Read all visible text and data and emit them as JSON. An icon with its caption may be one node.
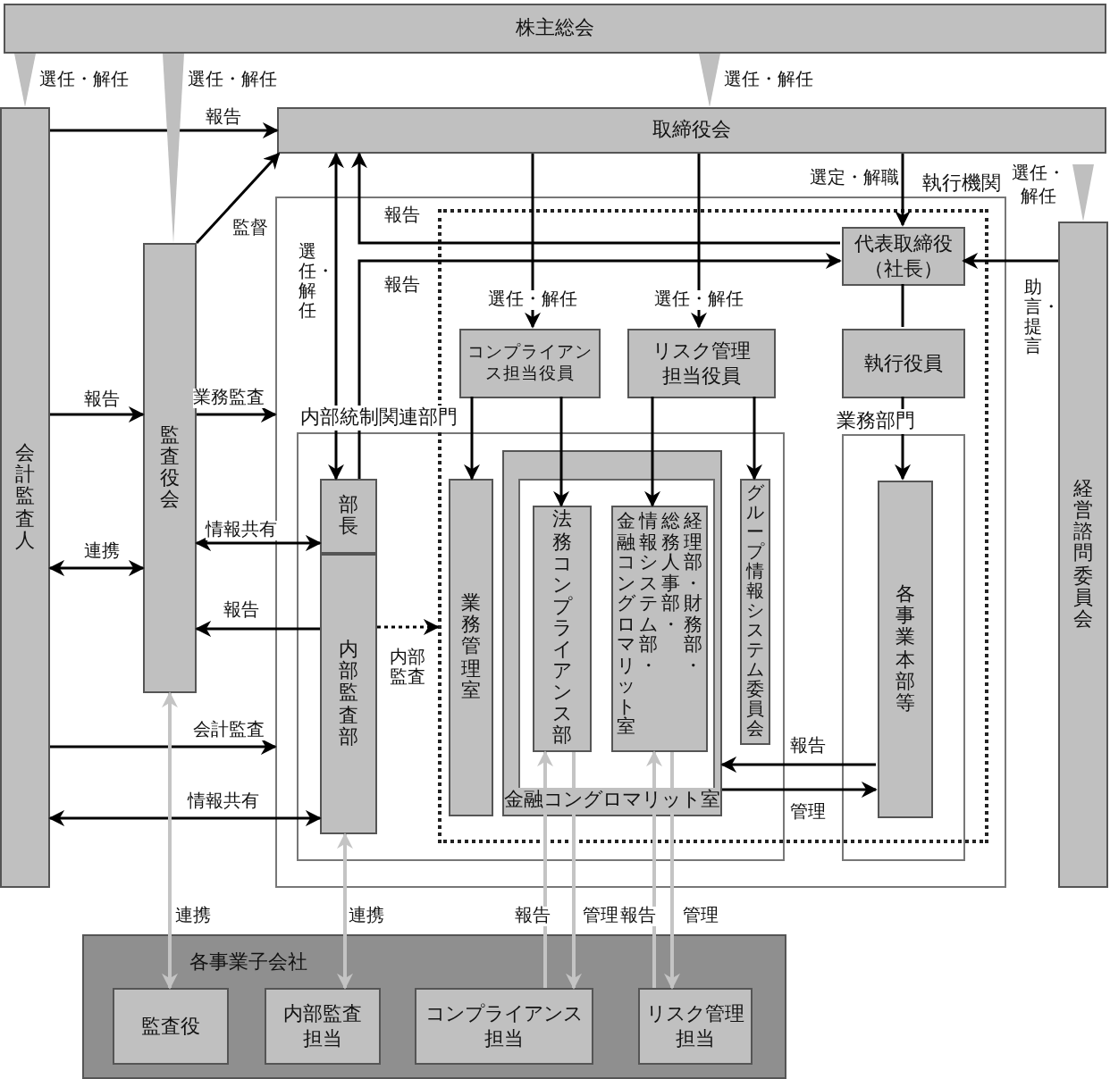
{
  "diagram": {
    "nodes": [
      {
        "text": [
          "株主総会"
        ]
      },
      {
        "text": [
          "取締役会"
        ]
      },
      {
        "text": [
          "会計監査人"
        ]
      },
      {
        "text": [
          "監査役会"
        ]
      },
      {
        "text": [
          "執行機関"
        ]
      },
      {
        "text": [
          "内部統制関連部門"
        ],
        "in": 4
      },
      {
        "text": [],
        "shape": "box",
        "in": 4
      },
      {
        "text": [
          "代表取締役（社長）"
        ],
        "in": 6
      },
      {
        "text": [
          "コンプライアンス担当役員"
        ],
        "in": 6
      },
      {
        "text": [
          "リスク管理担当役員"
        ],
        "in": 6
      },
      {
        "text": [
          "執行役員"
        ],
        "in": 6
      },
      {
        "text": [
          "業務部門"
        ],
        "in": 6
      },
      {
        "text": [
          "各事業本部等"
        ],
        "in": 11
      },
      {
        "text": [
          "部長"
        ],
        "in": 5
      },
      {
        "text": [
          "内部監査部"
        ],
        "in": 5
      },
      {
        "text": [
          "業務管理室"
        ]
      },
      {
        "text": [
          "金融コングロマリット室"
        ]
      },
      {
        "text": [
          "法務コンプライアンス部"
        ],
        "in": 16
      },
      {
        "text": [
          "経理部・財務部・",
          "総務人事部・",
          "情報システム部・",
          "金融コングロマリット室"
        ],
        "in": 16
      },
      {
        "text": [
          "グループ情報システム委員会"
        ]
      },
      {
        "text": [
          "経営諮問委員会"
        ]
      },
      {
        "text": [
          "各事業子会社"
        ]
      },
      {
        "text": [
          "監査役"
        ],
        "in": 21
      },
      {
        "text": [
          "内部監査担当"
        ],
        "in": 21
      },
      {
        "text": [
          "コンプライアンス担当"
        ],
        "in": 21
      },
      {
        "text": [
          "リスク管理担当"
        ],
        "in": 21
      }
    ],
    "edges": [
      {
        "from": 2,
        "to": 1,
        "arrow": "to",
        "label": "報告"
      },
      {
        "from": 3,
        "to": 1,
        "arrow": "to",
        "label": "監督"
      },
      {
        "from": 1,
        "to": 13,
        "arrow": "both",
        "label": "選任・解任"
      },
      {
        "from": 7,
        "to": 1,
        "arrow": "to",
        "label": "報告"
      },
      {
        "from": 13,
        "to": 7,
        "arrow": "to",
        "label": "報告"
      },
      {
        "from": 1,
        "to": 7,
        "arrow": "to",
        "label": "選定・解職"
      },
      {
        "from": 1,
        "to": 8,
        "arrow": "to",
        "label": "選任・解任"
      },
      {
        "from": 1,
        "to": 9,
        "arrow": "to",
        "label": "選任・解任"
      },
      {
        "from": 20,
        "to": 7,
        "arrow": "to",
        "label": "助言・提言"
      },
      {
        "from": 7,
        "to": 10,
        "arrow": "none"
      },
      {
        "from": 10,
        "to": 12,
        "arrow": "to"
      },
      {
        "from": 8,
        "to": 15,
        "arrow": "to"
      },
      {
        "from": 8,
        "to": 17,
        "arrow": "to"
      },
      {
        "from": 9,
        "to": 18,
        "arrow": "to"
      },
      {
        "from": 9,
        "to": 19,
        "arrow": "to"
      },
      {
        "from": 2,
        "to": 3,
        "arrow": "to",
        "label": "報告"
      },
      {
        "from": 3,
        "to": 4,
        "arrow": "to",
        "label": "業務監査"
      },
      {
        "from": 2,
        "to": 3,
        "arrow": "both",
        "label": "連携"
      },
      {
        "from": 3,
        "to": 13,
        "arrow": "both",
        "label": "情報共有"
      },
      {
        "from": 14,
        "to": 3,
        "arrow": "to",
        "label": "報告"
      },
      {
        "from": 14,
        "to": 6,
        "arrow": "to",
        "label": "内部監査",
        "style": "dashed"
      },
      {
        "from": 2,
        "to": 4,
        "arrow": "to",
        "label": "会計監査"
      },
      {
        "from": 2,
        "to": 14,
        "arrow": "both",
        "label": "情報共有"
      },
      {
        "from": 3,
        "to": 22,
        "arrow": "both",
        "label": "連携",
        "color": "#c4c4c4"
      },
      {
        "from": 14,
        "to": 23,
        "arrow": "both",
        "label": "連携",
        "color": "#c4c4c4"
      },
      {
        "from": 24,
        "to": 17,
        "arrow": "to",
        "label": "報告",
        "color": "#c4c4c4"
      },
      {
        "from": 17,
        "to": 24,
        "arrow": "to",
        "label": "管理",
        "color": "#c4c4c4"
      },
      {
        "from": 25,
        "to": 18,
        "arrow": "to",
        "label": "報告",
        "color": "#c4c4c4"
      },
      {
        "from": 18,
        "to": 25,
        "arrow": "to",
        "label": "管理",
        "color": "#c4c4c4"
      },
      {
        "from": 12,
        "to": 16,
        "arrow": "to",
        "label": "報告"
      },
      {
        "from": 16,
        "to": 12,
        "arrow": "to",
        "label": "管理"
      },
      {
        "from": 0,
        "to": 2,
        "arrow": "to",
        "label": "選任・解任",
        "style": "thick",
        "color": "#bfbfbf"
      },
      {
        "from": 0,
        "to": 3,
        "arrow": "to",
        "label": "選任・解任",
        "style": "thick",
        "color": "#bfbfbf"
      },
      {
        "from": 0,
        "to": 1,
        "arrow": "to",
        "label": "選任・解任",
        "style": "thick",
        "color": "#bfbfbf"
      },
      {
        "from": null,
        "to": 20,
        "arrow": "to",
        "label": "選任・解任",
        "style": "thick",
        "color": "#bfbfbf"
      }
    ]
  }
}
